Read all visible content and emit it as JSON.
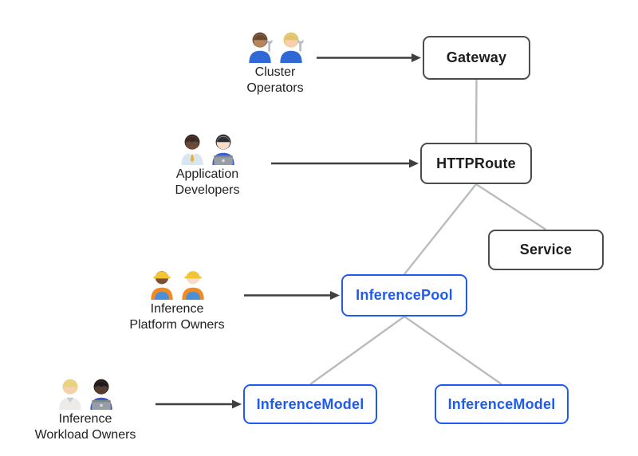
{
  "diagram": {
    "background": "#ffffff",
    "nodes": [
      {
        "id": "gateway",
        "label": "Gateway",
        "style": "dark"
      },
      {
        "id": "httproute",
        "label": "HTTPRoute",
        "style": "dark"
      },
      {
        "id": "service",
        "label": "Service",
        "style": "dark"
      },
      {
        "id": "inferencepool",
        "label": "InferencePool",
        "style": "blue"
      },
      {
        "id": "inferencemodel-left",
        "label": "InferenceModel",
        "style": "blue"
      },
      {
        "id": "inferencemodel-right",
        "label": "InferenceModel",
        "style": "blue"
      }
    ],
    "personas": [
      {
        "id": "cluster-operators",
        "line1": "Cluster",
        "line2": "Operators",
        "emoji": "👨🏽‍🔧 👩🏼‍🔧",
        "points_to": "gateway"
      },
      {
        "id": "application-developers",
        "line1": "Application",
        "line2": "Developers",
        "emoji": "👨🏾‍💼 👩🏻‍💻",
        "points_to": "httproute"
      },
      {
        "id": "inference-platform-owners",
        "line1": "Inference",
        "line2": "Platform Owners",
        "emoji": "👷🏿‍♀️ 👷🏻",
        "points_to": "inferencepool"
      },
      {
        "id": "inference-workload-owners",
        "line1": "Inference",
        "line2": "Workload Owners",
        "emoji": "🧑🏼‍⚕️ 👨🏿‍💻",
        "points_to": "inferencemodel-left"
      }
    ],
    "edges": [
      {
        "from": "gateway",
        "to": "httproute"
      },
      {
        "from": "httproute",
        "to": "inferencepool"
      },
      {
        "from": "httproute",
        "to": "service"
      },
      {
        "from": "inferencepool",
        "to": "inferencemodel-left"
      },
      {
        "from": "inferencepool",
        "to": "inferencemodel-right"
      }
    ],
    "colors": {
      "dark_node_border": "#4a4d50",
      "dark_node_text": "#1d1d1f",
      "blue_node": "#1e5bef",
      "edge_line": "#b9bcbd",
      "arrow_line": "#3d3f41",
      "label_text": "#212121"
    }
  }
}
